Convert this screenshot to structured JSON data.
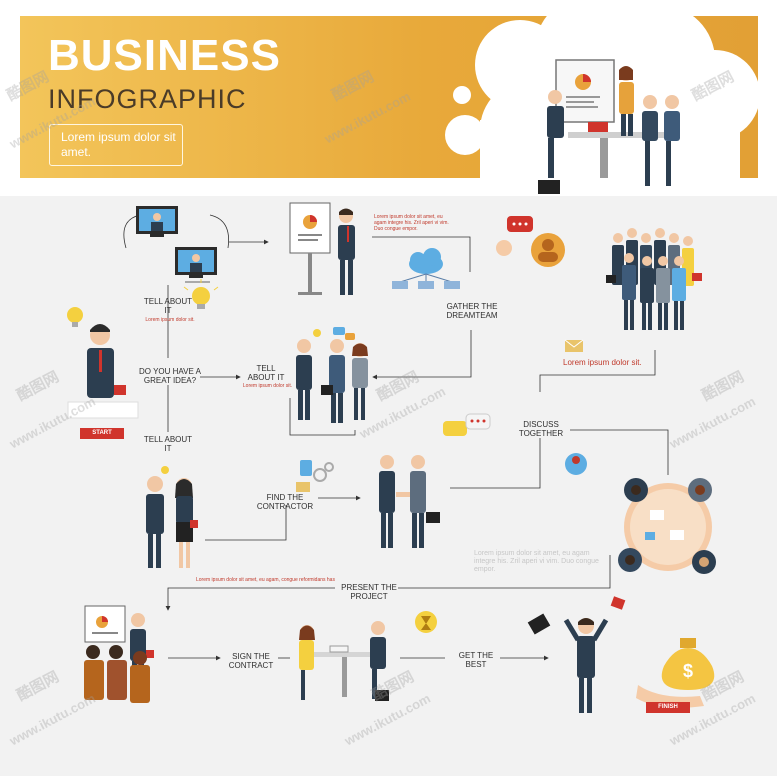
{
  "header": {
    "title": "BUSINESS",
    "subtitle": "INFOGRAPHIC",
    "lorem": "Lorem ipsum dolor sit amet."
  },
  "steps": {
    "start": "START",
    "finish": "FINISH",
    "idea": "DO YOU HAVE A GREAT IDEA?",
    "tell_top": "TELL ABOUT IT",
    "tell_top_small": "Lorem ipsum dolor sit.",
    "tell_mid": "TELL ABOUT IT",
    "tell_mid_small": "Lorem ipsum dolor sit.",
    "tell_bottom": "TELL ABOUT IT",
    "gather": "GATHER THE DREAMTEAM",
    "find": "FIND THE CONTRACTOR",
    "discuss": "DISCUSS TOGETHER",
    "present": "PRESENT THE PROJECT",
    "sign": "SIGN THE CONTRACT",
    "best": "GET THE BEST",
    "lorem_red": "Lorem ipsum dolor sit.",
    "small_red_1": "Lorem ipsum dolor sit amet, eu agam integre his. Zril aperi vi vim. Duo congue empor.",
    "small_red_2": "Lorem ipsum dolor sit amet, eu agam, congue reformidans has",
    "grey_text": "Lorem ipsum dolor sit amet, eu agam integre his. Zril aperi vi vim. Duo congue empor."
  },
  "watermark": {
    "brand": "酷图网",
    "url": "www.ikutu.com"
  },
  "colors": {
    "header_start": "#f3c55a",
    "header_end": "#e2a035",
    "accent_red": "#d0342c",
    "suit": "#2c3e50",
    "line": "#333333"
  }
}
